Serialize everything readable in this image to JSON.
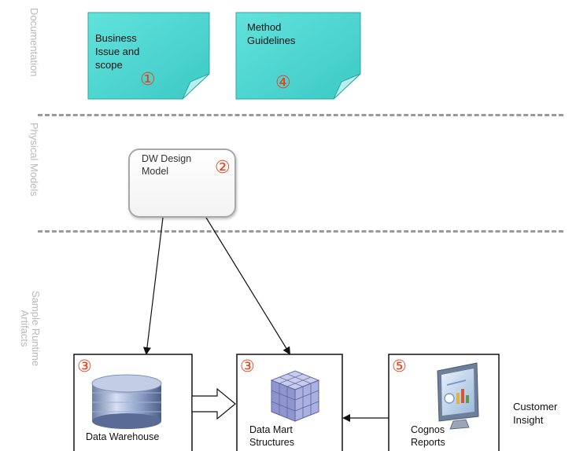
{
  "sections": {
    "documentation": "Documentation",
    "physical_models": "Physical Models",
    "runtime_line1": "Sample Runtime",
    "runtime_line2": "Artifacts"
  },
  "notes": {
    "business_issue": {
      "lines": [
        "Business",
        "Issue and",
        "scope"
      ],
      "marker": "①"
    },
    "method_guidelines": {
      "lines": [
        "Method",
        "Guidelines"
      ],
      "marker": "④"
    }
  },
  "design_model": {
    "lines": [
      "DW Design",
      "Model"
    ],
    "marker": "②"
  },
  "artifacts": {
    "data_warehouse": {
      "label": "Data Warehouse",
      "marker": "③"
    },
    "data_mart": {
      "lines": [
        "Data Mart",
        "Structures"
      ],
      "marker": "③"
    },
    "cognos": {
      "lines": [
        "Cognos",
        "Reports"
      ],
      "marker": "⑤"
    }
  },
  "customer_insight": [
    "Customer",
    "Insight"
  ],
  "colors": {
    "note_fill": "#4fd6d2",
    "note_fold": "#9fe9e6",
    "marker": "#e8401c",
    "section_label": "#b9b9b9",
    "divider": "#9a9a9a"
  }
}
